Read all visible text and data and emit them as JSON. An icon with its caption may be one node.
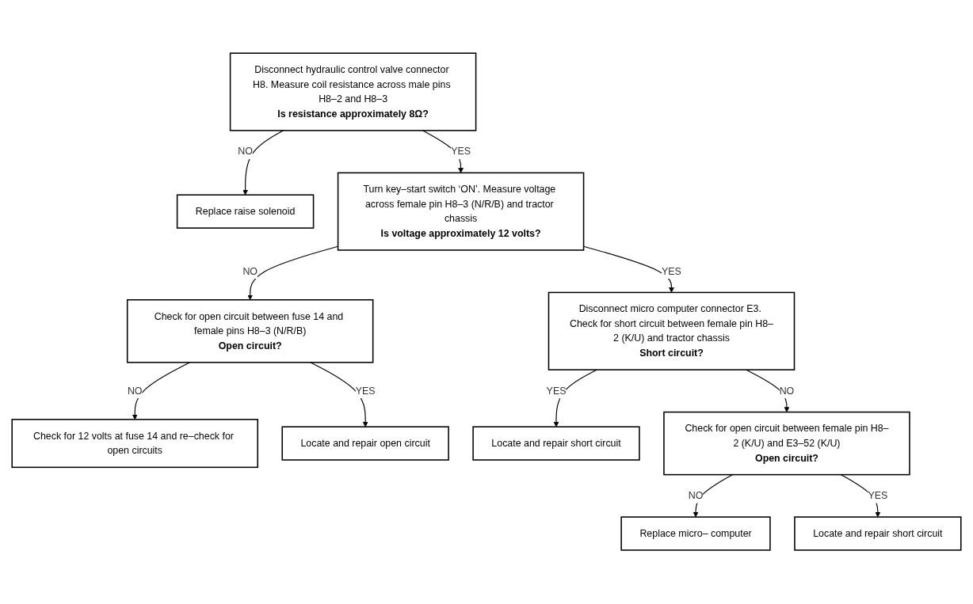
{
  "diagram": {
    "nodes": [
      {
        "text": [
          "Disconnect hydraulic control valve connector H8. Measure coil resistance across male pins H8–2 and H8–3",
          "Is resistance approximately 8Ω?"
        ]
      },
      {
        "text": [
          "Replace raise solenoid"
        ]
      },
      {
        "text": [
          "Turn key–start switch ‘ON’. Measure voltage across female pin H8–3 (N/R/B) and tractor chassis",
          "Is voltage approximately 12 volts?"
        ]
      },
      {
        "text": [
          "Check for open circuit between fuse 14 and female pins H8–3 (N/R/B)",
          "Open circuit?"
        ]
      },
      {
        "text": [
          "Check for 12 volts at fuse 14 and re–check for open circuits"
        ]
      },
      {
        "text": [
          "Locate and repair open circuit"
        ]
      },
      {
        "text": [
          "Disconnect micro computer connector E3. Check for short circuit between female pin H8–2 (K/U) and tractor chassis",
          "Short circuit?"
        ]
      },
      {
        "text": [
          "Locate and repair short circuit"
        ]
      },
      {
        "text": [
          "Check for open circuit between female pin H8–2 (K/U) and E3–52 (K/U)",
          "Open circuit?"
        ]
      },
      {
        "text": [
          "Replace micro– computer"
        ]
      },
      {
        "text": [
          "Locate and repair short circuit"
        ]
      }
    ],
    "edges": [
      {
        "from": 0,
        "to": 1,
        "arrow": "to",
        "label": "NO"
      },
      {
        "from": 0,
        "to": 2,
        "arrow": "to",
        "label": "YES"
      },
      {
        "from": 2,
        "to": 3,
        "arrow": "to",
        "label": "NO"
      },
      {
        "from": 2,
        "to": 6,
        "arrow": "to",
        "label": "YES"
      },
      {
        "from": 3,
        "to": 4,
        "arrow": "to",
        "label": "NO"
      },
      {
        "from": 3,
        "to": 5,
        "arrow": "to",
        "label": "YES"
      },
      {
        "from": 6,
        "to": 7,
        "arrow": "to",
        "label": "YES"
      },
      {
        "from": 6,
        "to": 8,
        "arrow": "to",
        "label": "NO"
      },
      {
        "from": 8,
        "to": 9,
        "arrow": "to",
        "label": "NO"
      },
      {
        "from": 8,
        "to": 10,
        "arrow": "to",
        "label": "YES"
      }
    ]
  }
}
